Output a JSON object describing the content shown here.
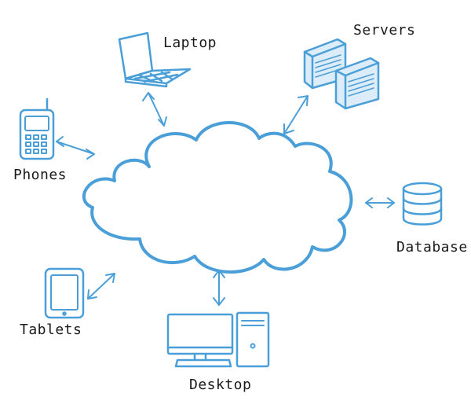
{
  "colors": {
    "stroke": "#4a9fd8",
    "fill": "#dcecf8",
    "text": "#1a1a1a"
  },
  "nodes": {
    "laptop": {
      "label": "Laptop",
      "icon": "laptop-icon"
    },
    "servers": {
      "label": "Servers",
      "icon": "server-icon"
    },
    "phones": {
      "label": "Phones",
      "icon": "phone-icon"
    },
    "database": {
      "label": "Database",
      "icon": "database-icon"
    },
    "tablets": {
      "label": "Tablets",
      "icon": "tablet-icon"
    },
    "desktop": {
      "label": "Desktop",
      "icon": "desktop-icon"
    }
  },
  "center": {
    "icon": "cloud-icon"
  }
}
